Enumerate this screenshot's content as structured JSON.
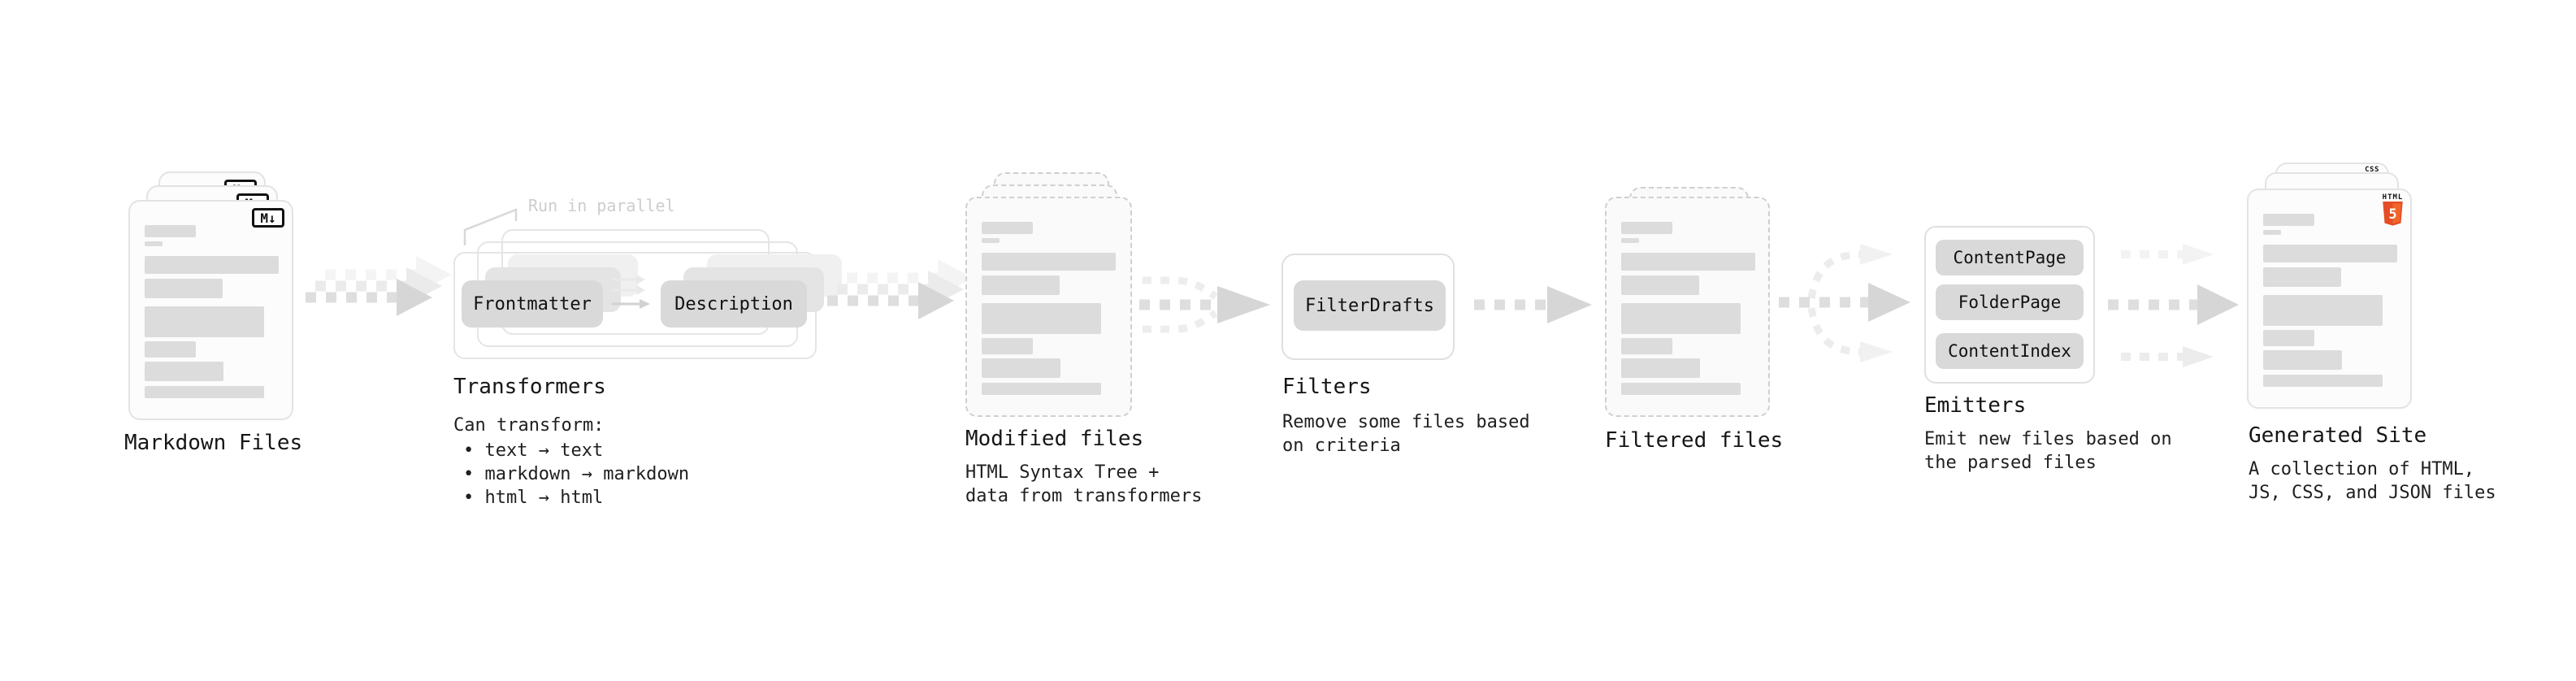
{
  "pipeline": {
    "markdown_files": {
      "label": "Markdown Files",
      "badge_text": "M↓"
    },
    "transformers": {
      "heading": "Transformers",
      "annotation": "Run in parallel",
      "chip_left": "Frontmatter",
      "chip_right": "Description",
      "desc_heading": "Can transform:",
      "desc_items": [
        "text → text",
        "markdown → markdown",
        "html → html"
      ]
    },
    "modified_files": {
      "label": "Modified files",
      "desc_lines": [
        "HTML Syntax Tree +",
        "data from transformers"
      ]
    },
    "filters": {
      "heading": "Filters",
      "chip": "FilterDrafts",
      "desc_lines": [
        "Remove some files based",
        "on criteria"
      ]
    },
    "filtered_files": {
      "label": "Filtered files"
    },
    "emitters": {
      "heading": "Emitters",
      "chips": [
        "ContentPage",
        "FolderPage",
        "ContentIndex"
      ],
      "desc_lines": [
        "Emit new files based on",
        "the parsed files"
      ]
    },
    "generated_site": {
      "label": "Generated Site",
      "desc_lines": [
        "A collection of HTML,",
        "JS, CSS, and JSON files"
      ],
      "css_badge_text": "CSS",
      "html5_wordmark": "HTML",
      "html5_number": "5"
    },
    "colors": {
      "html5_orange": "#e44d26",
      "html5_orange_light": "#f16529",
      "js_yellow": "#f7df1e",
      "css_blue": "#2965f1",
      "chip_gray": "#d9d9d9",
      "skeleton_gray": "#dcdcdc",
      "arrow_gray": "#dedede",
      "annotation_gray": "#cdcdcd"
    }
  }
}
